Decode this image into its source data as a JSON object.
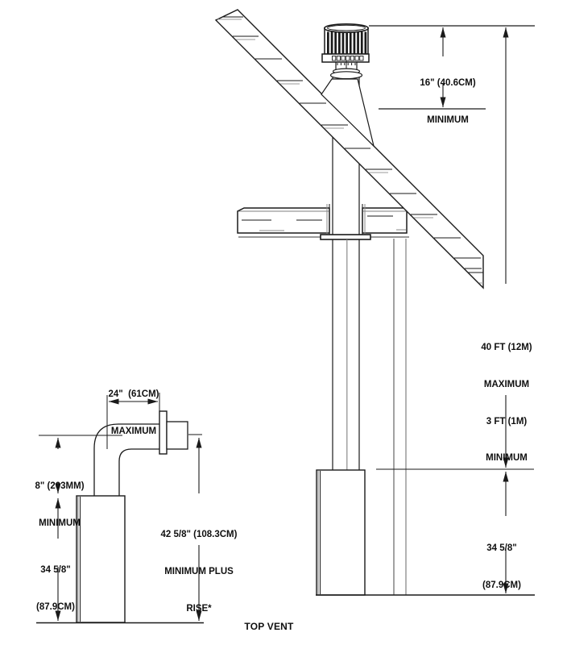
{
  "figure": {
    "caption": "TOP VENT",
    "line_color": "#1a1a1a",
    "background": "#ffffff"
  },
  "labels": {
    "roof_clearance": {
      "line1": "16\" (40.6CM)",
      "line2": "MINIMUM"
    },
    "vent_height": {
      "line1": "40 FT (12M)",
      "line2": "MAXIMUM",
      "line3": "3 FT (1M)",
      "line4": "MINIMUM"
    },
    "appliance_height_right": {
      "line1": "34 5/8\"",
      "line2": "(87.9CM)"
    },
    "horizontal_run": {
      "line1": "24\"  (61CM)",
      "line2": "MAXIMUM"
    },
    "min_rise": {
      "line1": "8\" (203MM)",
      "line2": "MINIMUM"
    },
    "appliance_height_left": {
      "line1": "34 5/8\"",
      "line2": "(87.9CM)"
    },
    "total_height": {
      "line1": "42 5/8\" (108.3CM)",
      "line2": "MINIMUM PLUS",
      "line3": "RISE*"
    }
  }
}
